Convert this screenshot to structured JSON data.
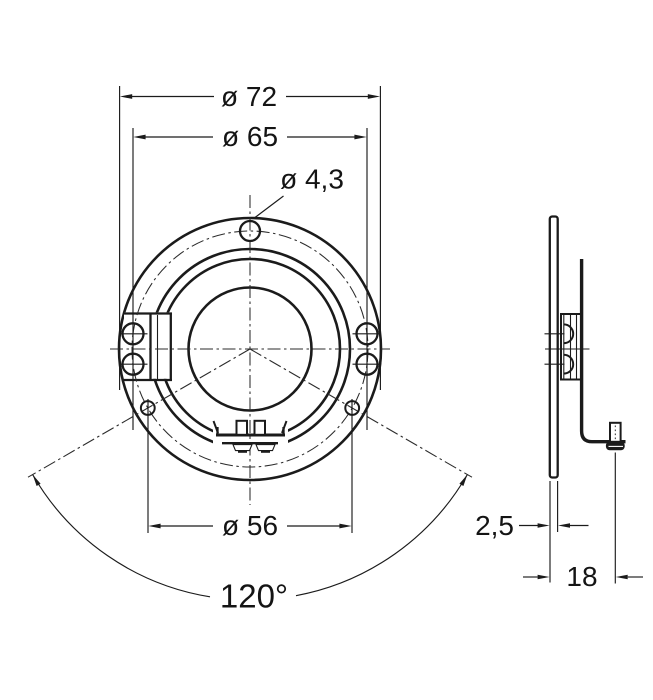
{
  "drawing": {
    "kind": "technical-dimension-drawing",
    "colors": {
      "line": "#1b1b1b",
      "background": "#ffffff"
    },
    "front_view": {
      "dim_outer_diameter": "ø 72",
      "dim_bolt_circle_diameter": "ø 65",
      "dim_mounting_hole_diameter": "ø 4,3",
      "dim_inner_diameter": "ø 56",
      "dim_hole_angle": "120°"
    },
    "side_view": {
      "dim_plate_thickness": "2,5",
      "dim_connector_offset": "18"
    }
  }
}
